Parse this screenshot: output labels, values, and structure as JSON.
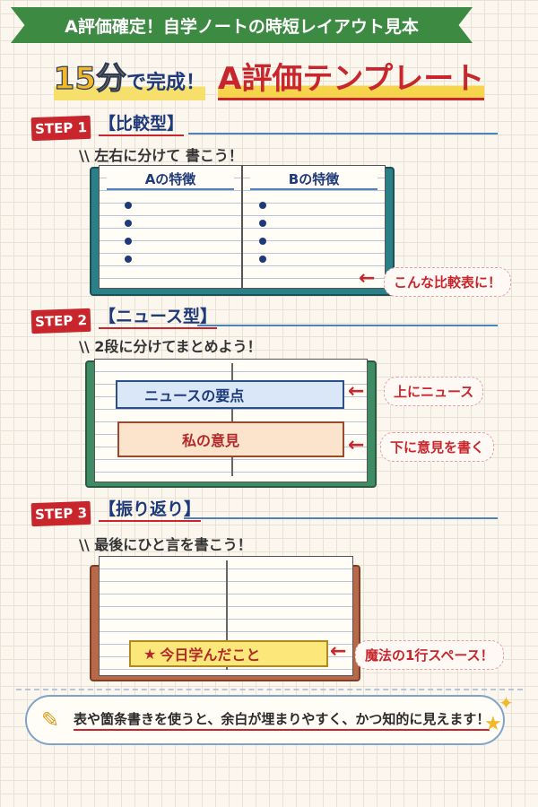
{
  "banner": "A評価確定！自学ノートの時短レイアウト見本",
  "title": {
    "part1_num": "15分",
    "part1_rest": "で完成！",
    "part2": "A評価テンプレート"
  },
  "steps": [
    {
      "label": "STEP 1",
      "heading": "【比較型】",
      "subtitle": "左右に分けて 書こう！",
      "left_heading": "Aの特徴",
      "right_heading": "Bの特徴",
      "callout": "こんな比較表に！"
    },
    {
      "label": "STEP 2",
      "heading": "【ニュース型】",
      "subtitle": "2段に分けてまとめよう！",
      "top_box": "ニュースの要点",
      "bottom_box": "私の意見",
      "callout_top": "上にニュース",
      "callout_bottom": "下に意見を書く"
    },
    {
      "label": "STEP 3",
      "heading": "【振り返り】",
      "subtitle": "最後にひと言を書こう！",
      "box": "今日学んだこと",
      "callout": "魔法の1行スペース！"
    }
  ],
  "tip": "表や箇条書きを使うと、余白が埋まりやすく、かつ知的に見えます！",
  "colors": {
    "red": "#c8262c",
    "navy": "#1f3a7a",
    "green": "#3d8a43",
    "yellow": "#f2b829"
  }
}
